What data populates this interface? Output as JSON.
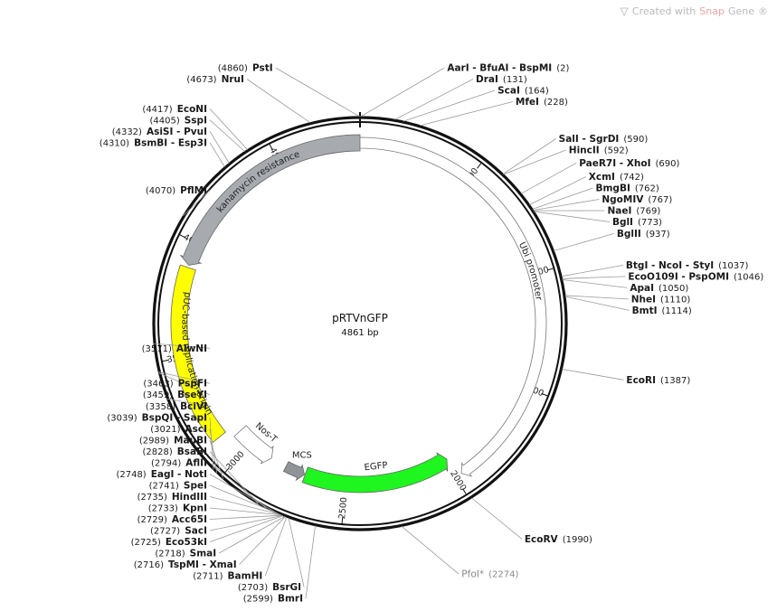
{
  "watermark": {
    "prefix": "Created with ",
    "brand_a": "Snap",
    "brand_b": "Gene",
    "suffix": "®",
    "icon": "snapgene-logo-icon"
  },
  "plasmid": {
    "name": "pRTVnGFP",
    "length_label": "4861 bp",
    "length": 4861
  },
  "colors": {
    "kanamycin": "#a7abaf",
    "ori": "#ffff00",
    "egfp": "#1ff51f",
    "promoter": "#ffffff",
    "terminator": "#ffffff",
    "mcs": "#8f9499"
  },
  "ticks": [
    {
      "pos": 500,
      "label": "500"
    },
    {
      "pos": 1000,
      "label": "1000"
    },
    {
      "pos": 1500,
      "label": "1500"
    },
    {
      "pos": 2000,
      "label": "2000"
    },
    {
      "pos": 2500,
      "label": "2500"
    },
    {
      "pos": 3000,
      "label": "3000"
    },
    {
      "pos": 3500,
      "label": "3500"
    },
    {
      "pos": 4000,
      "label": "4000"
    },
    {
      "pos": 4500,
      "label": "4500"
    }
  ],
  "features": [
    {
      "name": "kanamycin resistance",
      "start": 3900,
      "end": 4861,
      "type": "kanamycin",
      "arrow": "reverse",
      "label_inside": true
    },
    {
      "name": "pUC-based replication origin",
      "start": 3120,
      "end": 3890,
      "type": "ori",
      "arrow": "none",
      "label_inside": true
    },
    {
      "name": "Ubi promoter",
      "start": 0,
      "end": 1970,
      "type": "promoter",
      "arrow": "forward",
      "label_inside": true
    },
    {
      "name": "EGFP",
      "start": 1990,
      "end": 2700,
      "type": "egfp",
      "arrow": "reverse",
      "label_inside": false
    },
    {
      "name": "MCS",
      "start": 2703,
      "end": 2800,
      "type": "mcs",
      "arrow": "reverse",
      "label_inside": false
    },
    {
      "name": "Nos-T",
      "start": 2880,
      "end": 3080,
      "type": "terminator",
      "arrow": "reverse",
      "label_inside": false
    }
  ],
  "sites": [
    {
      "name": "PstI",
      "pos": "(4860)",
      "bp": 4860,
      "side": "left"
    },
    {
      "name": "AarI - BfuAI - BspMI",
      "pos": "(2)",
      "bp": 2,
      "side": "right"
    },
    {
      "name": "DraI",
      "pos": "(131)",
      "bp": 131,
      "side": "right"
    },
    {
      "name": "ScaI",
      "pos": "(164)",
      "bp": 164,
      "side": "right"
    },
    {
      "name": "MfeI",
      "pos": "(228)",
      "bp": 228,
      "side": "right"
    },
    {
      "name": "SalI - SgrDI",
      "pos": "(590)",
      "bp": 590,
      "side": "right"
    },
    {
      "name": "HincII",
      "pos": "(592)",
      "bp": 592,
      "side": "right"
    },
    {
      "name": "PaeR7I - XhoI",
      "pos": "(690)",
      "bp": 690,
      "side": "right"
    },
    {
      "name": "XcmI",
      "pos": "(742)",
      "bp": 742,
      "side": "right"
    },
    {
      "name": "BmgBI",
      "pos": "(762)",
      "bp": 762,
      "side": "right"
    },
    {
      "name": "NgoMIV",
      "pos": "(767)",
      "bp": 767,
      "side": "right"
    },
    {
      "name": "NaeI",
      "pos": "(769)",
      "bp": 769,
      "side": "right"
    },
    {
      "name": "BglI",
      "pos": "(773)",
      "bp": 773,
      "side": "right"
    },
    {
      "name": "BglII",
      "pos": "(937)",
      "bp": 937,
      "side": "right"
    },
    {
      "name": "BtgI - NcoI - StyI",
      "pos": "(1037)",
      "bp": 1037,
      "side": "right"
    },
    {
      "name": "EcoO109I - PspOMI",
      "pos": "(1046)",
      "bp": 1046,
      "side": "right"
    },
    {
      "name": "ApaI",
      "pos": "(1050)",
      "bp": 1050,
      "side": "right"
    },
    {
      "name": "NheI",
      "pos": "(1110)",
      "bp": 1110,
      "side": "right"
    },
    {
      "name": "BmtI",
      "pos": "(1114)",
      "bp": 1114,
      "side": "right"
    },
    {
      "name": "EcoRI",
      "pos": "(1387)",
      "bp": 1387,
      "side": "right"
    },
    {
      "name": "EcoRV",
      "pos": "(1990)",
      "bp": 1990,
      "side": "right"
    },
    {
      "name": "PfoI*",
      "pos": "(2274)",
      "bp": 2274,
      "side": "right",
      "dim": true
    },
    {
      "name": "BmrI",
      "pos": "(2599)",
      "bp": 2599,
      "side": "left"
    },
    {
      "name": "BsrGI",
      "pos": "(2703)",
      "bp": 2703,
      "side": "left"
    },
    {
      "name": "BamHI",
      "pos": "(2711)",
      "bp": 2711,
      "side": "left"
    },
    {
      "name": "TspMI - XmaI",
      "pos": "(2716)",
      "bp": 2716,
      "side": "left"
    },
    {
      "name": "SmaI",
      "pos": "(2718)",
      "bp": 2718,
      "side": "left"
    },
    {
      "name": "Eco53kI",
      "pos": "(2725)",
      "bp": 2725,
      "side": "left"
    },
    {
      "name": "SacI",
      "pos": "(2727)",
      "bp": 2727,
      "side": "left"
    },
    {
      "name": "Acc65I",
      "pos": "(2729)",
      "bp": 2729,
      "side": "left"
    },
    {
      "name": "KpnI",
      "pos": "(2733)",
      "bp": 2733,
      "side": "left"
    },
    {
      "name": "HindIII",
      "pos": "(2735)",
      "bp": 2735,
      "side": "left"
    },
    {
      "name": "SpeI",
      "pos": "(2741)",
      "bp": 2741,
      "side": "left"
    },
    {
      "name": "EagI - NotI",
      "pos": "(2748)",
      "bp": 2748,
      "side": "left"
    },
    {
      "name": "AflII",
      "pos": "(2794)",
      "bp": 2794,
      "side": "left"
    },
    {
      "name": "BsaBI",
      "pos": "(2828)",
      "bp": 2828,
      "side": "left"
    },
    {
      "name": "MauBI",
      "pos": "(2989)",
      "bp": 2989,
      "side": "left"
    },
    {
      "name": "AscI",
      "pos": "(3021)",
      "bp": 3021,
      "side": "left"
    },
    {
      "name": "BspQI - SapI",
      "pos": "(3039)",
      "bp": 3039,
      "side": "left"
    },
    {
      "name": "BciVI",
      "pos": "(3358)",
      "bp": 3358,
      "side": "left"
    },
    {
      "name": "BseYI",
      "pos": "(3459)",
      "bp": 3459,
      "side": "left"
    },
    {
      "name": "PspFI",
      "pos": "(3463)",
      "bp": 3463,
      "side": "left"
    },
    {
      "name": "AlwNI",
      "pos": "(3571)",
      "bp": 3571,
      "side": "left"
    },
    {
      "name": "PflMI",
      "pos": "(4070)",
      "bp": 4070,
      "side": "left"
    },
    {
      "name": "BsmBI - Esp3I",
      "pos": "(4310)",
      "bp": 4310,
      "side": "left"
    },
    {
      "name": "AsiSI - PvuI",
      "pos": "(4332)",
      "bp": 4332,
      "side": "left"
    },
    {
      "name": "SspI",
      "pos": "(4405)",
      "bp": 4405,
      "side": "left"
    },
    {
      "name": "EcoNI",
      "pos": "(4417)",
      "bp": 4417,
      "side": "left"
    },
    {
      "name": "NruI",
      "pos": "(4673)",
      "bp": 4673,
      "side": "left"
    }
  ]
}
